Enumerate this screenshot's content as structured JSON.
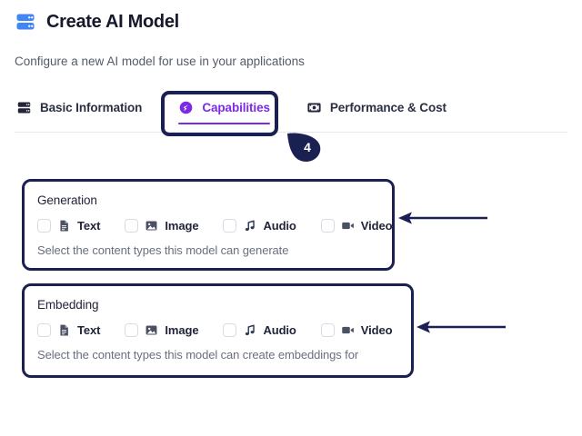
{
  "header": {
    "title": "Create AI Model",
    "subtitle": "Configure a new AI model for use in your applications",
    "icon": "server-icon"
  },
  "tabs": [
    {
      "label": "Basic Information",
      "icon": "server-icon",
      "active": false
    },
    {
      "label": "Capabilities",
      "icon": "gauge-icon",
      "active": true
    },
    {
      "label": "Performance & Cost",
      "icon": "banknote-icon",
      "active": false
    }
  ],
  "annotations": {
    "step_badge": "4",
    "highlight_color": "#1b2052",
    "arrow_count": 2
  },
  "cards": [
    {
      "title": "Generation",
      "hint": "Select the content types this model can generate",
      "options": [
        {
          "label": "Text",
          "icon": "file-text-icon",
          "checked": false
        },
        {
          "label": "Image",
          "icon": "image-icon",
          "checked": false
        },
        {
          "label": "Audio",
          "icon": "music-note-icon",
          "checked": false
        },
        {
          "label": "Video",
          "icon": "video-camera-icon",
          "checked": false
        }
      ]
    },
    {
      "title": "Embedding",
      "hint": "Select the content types this model can create embeddings for",
      "options": [
        {
          "label": "Text",
          "icon": "file-text-icon",
          "checked": false
        },
        {
          "label": "Image",
          "icon": "image-icon",
          "checked": false
        },
        {
          "label": "Audio",
          "icon": "music-note-icon",
          "checked": false
        },
        {
          "label": "Video",
          "icon": "video-camera-icon",
          "checked": false
        }
      ]
    }
  ],
  "colors": {
    "accent_purple": "#7c2ae8",
    "brand_blue": "#4285f4",
    "annotation_navy": "#1b2052",
    "icon_slate": "#4b5162"
  }
}
